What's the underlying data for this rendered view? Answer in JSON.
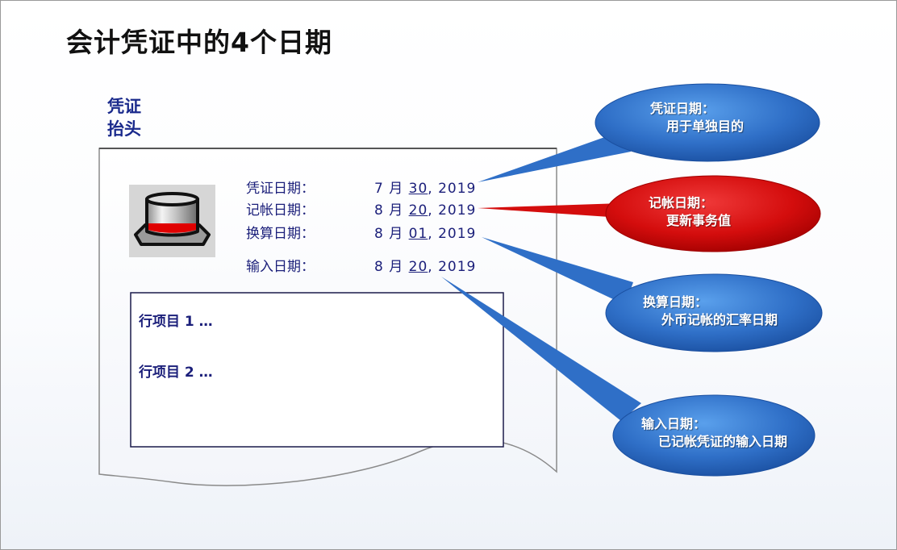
{
  "title": "会计凭证中的4个日期",
  "voucher_header": {
    "line1": "凭证",
    "line2": "抬头"
  },
  "fields": [
    {
      "label": "凭证日期：",
      "month": "7 月",
      "day": "30",
      "year": ", 2019"
    },
    {
      "label": "记帐日期：",
      "month": "8 月",
      "day": "20",
      "year": ", 2019"
    },
    {
      "label": "换算日期：",
      "month": "8 月",
      "day": "01",
      "year": ", 2019"
    },
    {
      "label": "输入日期：",
      "month": "8 月",
      "day": "20",
      "year": ", 2019"
    }
  ],
  "line_items": [
    "行项目 1 …",
    "行项目 2 …"
  ],
  "callouts": [
    {
      "line1": "凭证日期：",
      "line2": "用于单独目的",
      "color": "#2f6fc7"
    },
    {
      "line1": "记帐日期：",
      "line2": "更新事务值",
      "color": "#d40d0d"
    },
    {
      "line1": "换算日期：",
      "line2": "外币记帐的汇率日期",
      "color": "#2f6fc7"
    },
    {
      "line1": "输入日期：",
      "line2": "已记帐凭证的输入日期",
      "color": "#2f6fc7"
    }
  ],
  "icon": "hat-icon"
}
